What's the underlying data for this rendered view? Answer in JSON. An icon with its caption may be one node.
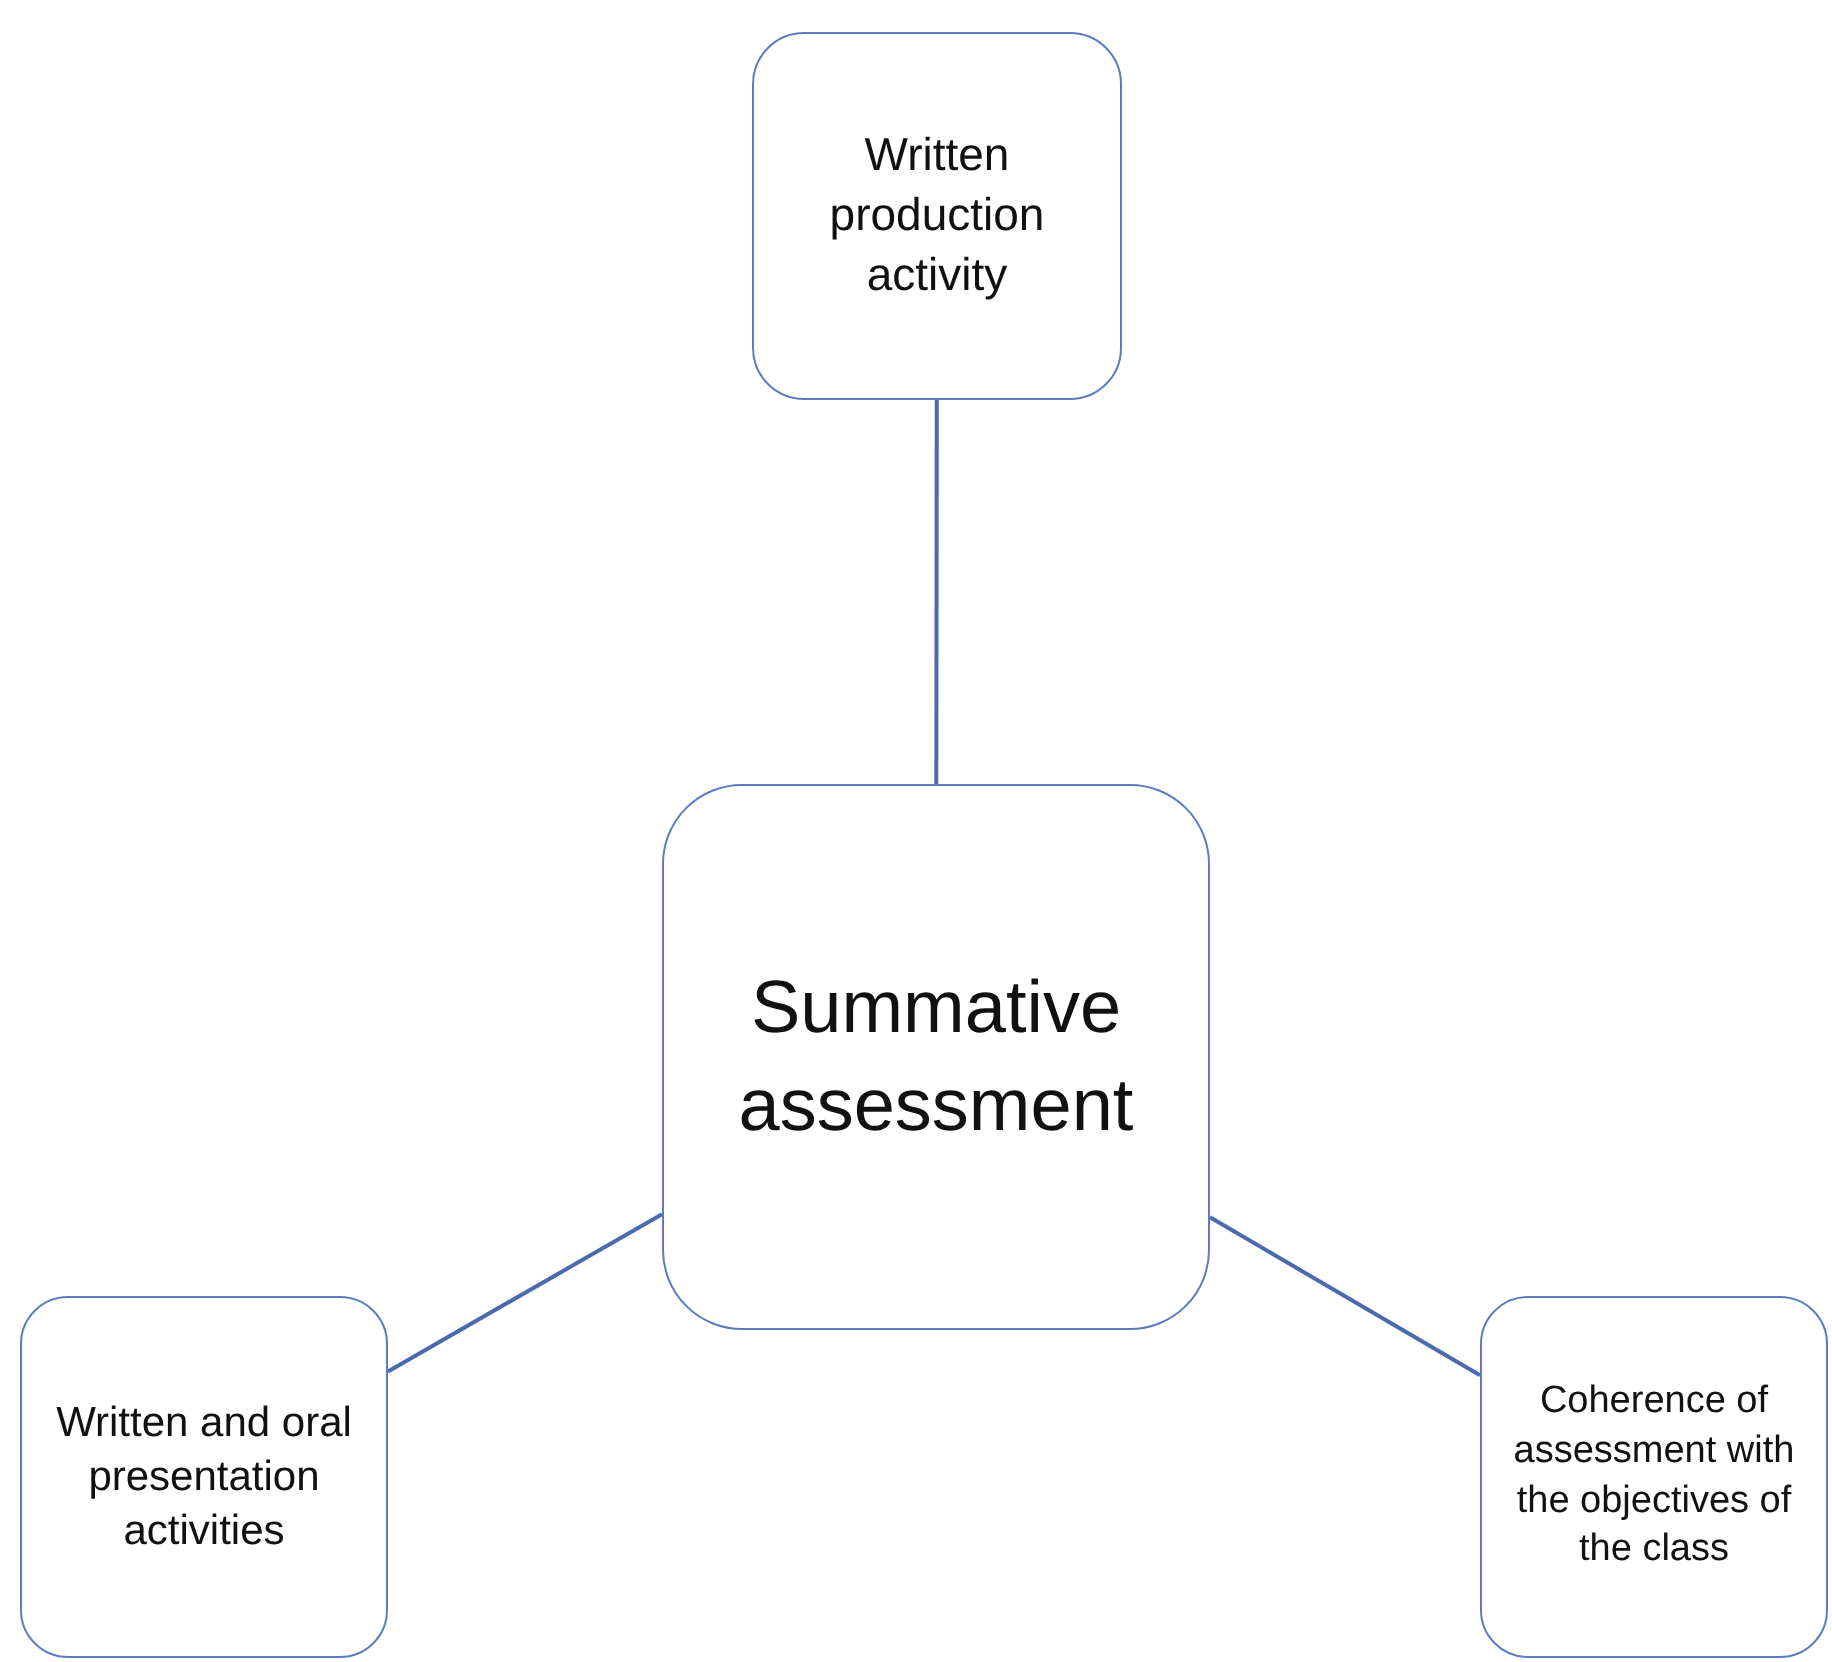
{
  "diagram": {
    "nodes": [
      {
        "text": [
          "Written production activity"
        ]
      },
      {
        "text": [
          "Summative assessment"
        ]
      },
      {
        "text": [
          "Written and oral presentation activities"
        ]
      },
      {
        "text": [
          "Coherence of assessment with the objectives of the class"
        ]
      }
    ],
    "edges": [
      {
        "from": 1,
        "to": 0,
        "arrow": "none"
      },
      {
        "from": 1,
        "to": 2,
        "arrow": "none"
      },
      {
        "from": 1,
        "to": 3,
        "arrow": "none"
      }
    ]
  }
}
